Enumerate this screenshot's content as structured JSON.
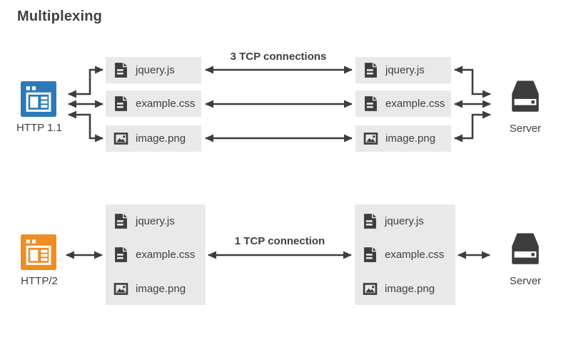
{
  "title": "Multiplexing",
  "colors": {
    "bg": "#ffffff",
    "ink": "#3d3d3d",
    "text": "#3f3f3f",
    "box_bg": "#e9e9e9",
    "http1": "#2b7ab8",
    "http2": "#ef8d22"
  },
  "http1": {
    "client": {
      "label": "HTTP 1.1",
      "icon": "browser-icon"
    },
    "connection_label": "3 TCP connections",
    "client_files": [
      {
        "name": "jquery.js",
        "icon": "file-text-icon"
      },
      {
        "name": "example.css",
        "icon": "file-text-icon"
      },
      {
        "name": "image.png",
        "icon": "file-image-icon"
      }
    ],
    "server_files": [
      {
        "name": "jquery.js",
        "icon": "file-text-icon"
      },
      {
        "name": "example.css",
        "icon": "file-text-icon"
      },
      {
        "name": "image.png",
        "icon": "file-image-icon"
      }
    ],
    "server": {
      "label": "Server",
      "icon": "server-icon"
    }
  },
  "http2": {
    "client": {
      "label": "HTTP/2",
      "icon": "browser-icon"
    },
    "connection_label": "1 TCP connection",
    "client_files": [
      {
        "name": "jquery.js",
        "icon": "file-text-icon"
      },
      {
        "name": "example.css",
        "icon": "file-text-icon"
      },
      {
        "name": "image.png",
        "icon": "file-image-icon"
      }
    ],
    "server_files": [
      {
        "name": "jquery.js",
        "icon": "file-text-icon"
      },
      {
        "name": "example.css",
        "icon": "file-text-icon"
      },
      {
        "name": "image.png",
        "icon": "file-image-icon"
      }
    ],
    "server": {
      "label": "Server",
      "icon": "server-icon"
    }
  }
}
